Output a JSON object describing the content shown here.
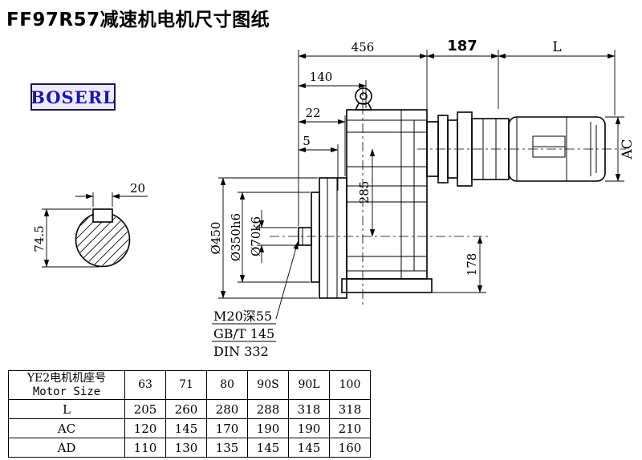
{
  "page": {
    "title": "FF97R57减速机电机尺寸图纸",
    "brand": "BOSERL"
  },
  "dims": {
    "overall_456": "456",
    "motor_187": "187",
    "motor_L": "L",
    "d140": "140",
    "d22": "22",
    "d5": "5",
    "v285": "285",
    "v178": "178",
    "ac": "AC",
    "dia_flange": "Ø450",
    "dia_spigot": "Ø350h6",
    "dia_shaft": "Ø70k6",
    "key_w": "20",
    "key_h": "74.5",
    "note_tap": "M20深55",
    "note_gb": "GB/T 145",
    "note_din": "DIN 332"
  },
  "table": {
    "header_cn": "YE2电机机座号",
    "header_en": "Motor Size",
    "sizes": [
      "63",
      "71",
      "80",
      "90S",
      "90L",
      "100"
    ],
    "rows": [
      {
        "label": "L",
        "values": [
          "205",
          "260",
          "280",
          "288",
          "318",
          "318"
        ]
      },
      {
        "label": "AC",
        "values": [
          "120",
          "145",
          "170",
          "190",
          "190",
          "210"
        ]
      },
      {
        "label": "AD",
        "values": [
          "110",
          "130",
          "135",
          "145",
          "145",
          "160"
        ]
      }
    ]
  }
}
